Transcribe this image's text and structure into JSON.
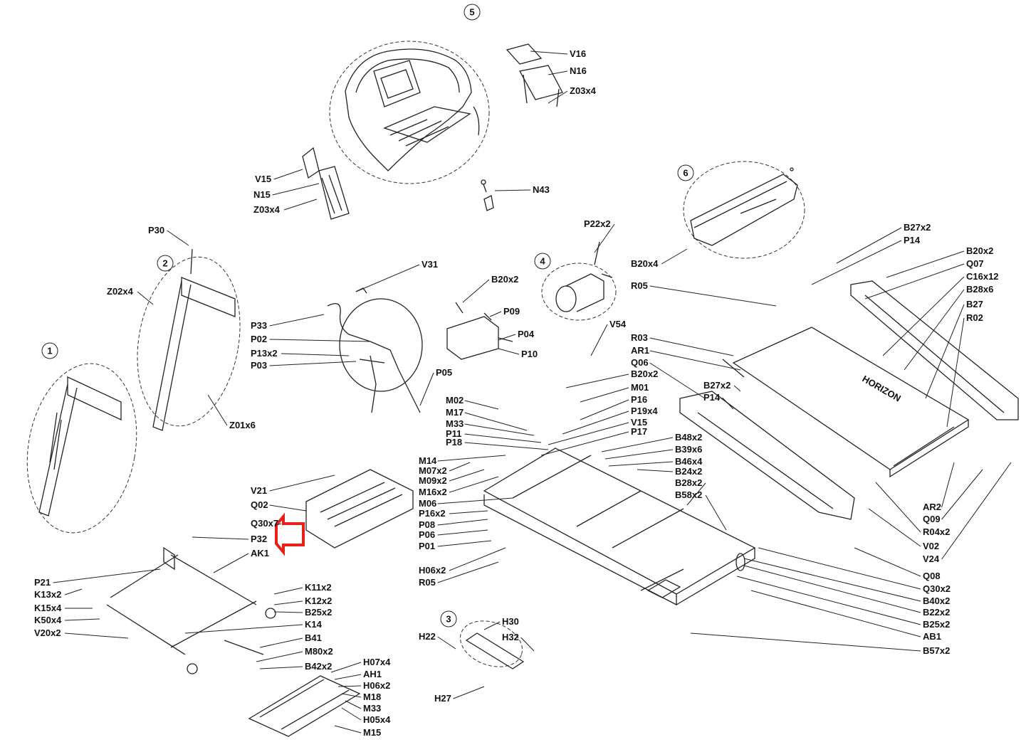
{
  "colors": {
    "line": "#222222",
    "text": "#111111",
    "callout_arrow": "#e8201a",
    "background": "#ffffff"
  },
  "assemblies": [
    {
      "num": "1"
    },
    {
      "num": "2"
    },
    {
      "num": "3"
    },
    {
      "num": "4"
    },
    {
      "num": "5"
    },
    {
      "num": "6"
    }
  ],
  "brand_text": "HORIZON",
  "labels": [
    "V16",
    "N16",
    "Z03x4",
    "V15",
    "N15",
    "Z03x4",
    "N43",
    "P30",
    "Z02x4",
    "Z01x6",
    "V31",
    "P33",
    "P02",
    "P13x2",
    "P03",
    "P05",
    "B20x2",
    "P09",
    "P04",
    "P10",
    "P22x2",
    "V54",
    "B20x4",
    "R05",
    "B27x2",
    "P14",
    "B20x2",
    "Q07",
    "C16x12",
    "B28x6",
    "B27",
    "R02",
    "R03",
    "AR1",
    "Q06",
    "B20x2",
    "M01",
    "P16",
    "P19x4",
    "V15",
    "P17",
    "B27x2",
    "P14",
    "B48x2",
    "B39x6",
    "B46x4",
    "B24x2",
    "B28x2",
    "B58x2",
    "M02",
    "M17",
    "M33",
    "P11",
    "P18",
    "M14",
    "M07x2",
    "M09x2",
    "M16x2",
    "M06",
    "P16x2",
    "P08",
    "P06",
    "P01",
    "H06x2",
    "R05",
    "V21",
    "Q02",
    "Q30x7",
    "P32",
    "AK1",
    "P21",
    "K13x2",
    "K15x4",
    "K50x4",
    "V20x2",
    "K11x2",
    "K12x2",
    "B25x2",
    "K14",
    "B41",
    "M80x2",
    "B42x2",
    "H07x4",
    "AH1",
    "H06x2",
    "M18",
    "M33",
    "H05x4",
    "M15",
    "H30",
    "H22",
    "H32",
    "H27",
    "AR2",
    "Q09",
    "R04x2",
    "V02",
    "V24",
    "Q08",
    "Q30x2",
    "B40x2",
    "B22x2",
    "B25x2",
    "AB1",
    "B57x2"
  ]
}
